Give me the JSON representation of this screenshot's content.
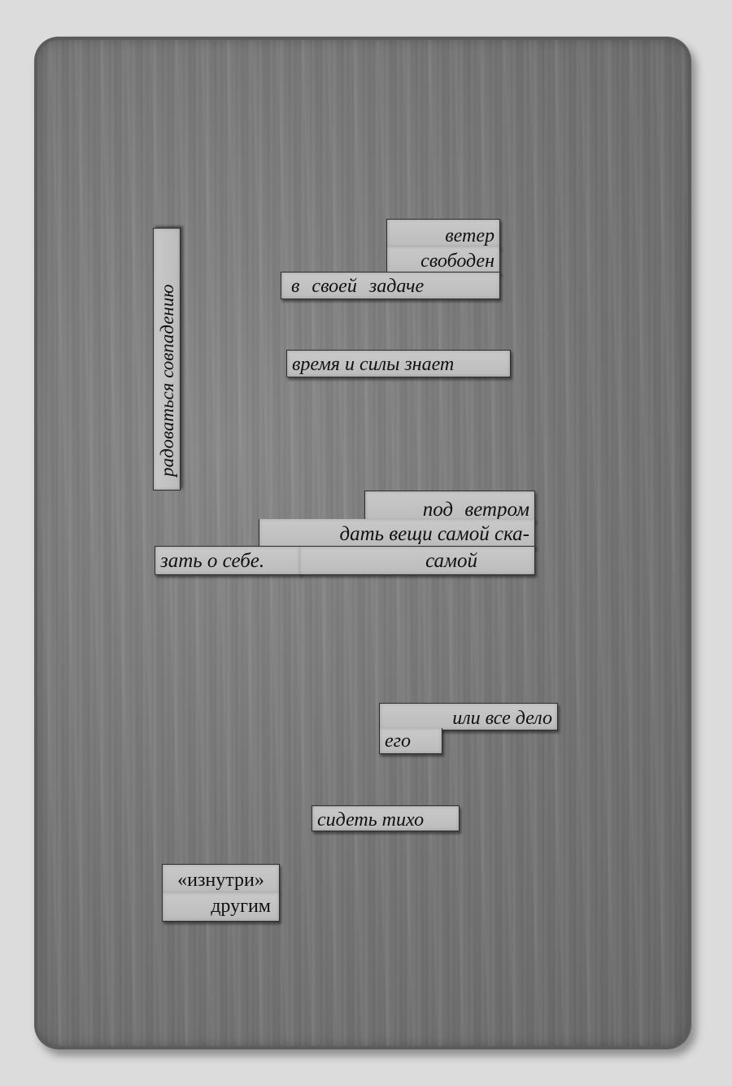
{
  "strips": {
    "veter": "ветер",
    "svoboden": "свободен",
    "v_svoei_zadache": "в своей задаче",
    "vertical": "радоваться совпадению",
    "vremya": "время и силы знает",
    "pod_vetrom": "под ветром",
    "dat_veshchi": "дать вещи самой ска-",
    "zat_o_sebe": "зать о себе.",
    "samoi": "самой",
    "ili_vse_delo": "или все дело",
    "ego": "его",
    "sidet_tikho": "сидеть тихо",
    "iznutri": "«изнутри»",
    "drugim": "другим"
  }
}
